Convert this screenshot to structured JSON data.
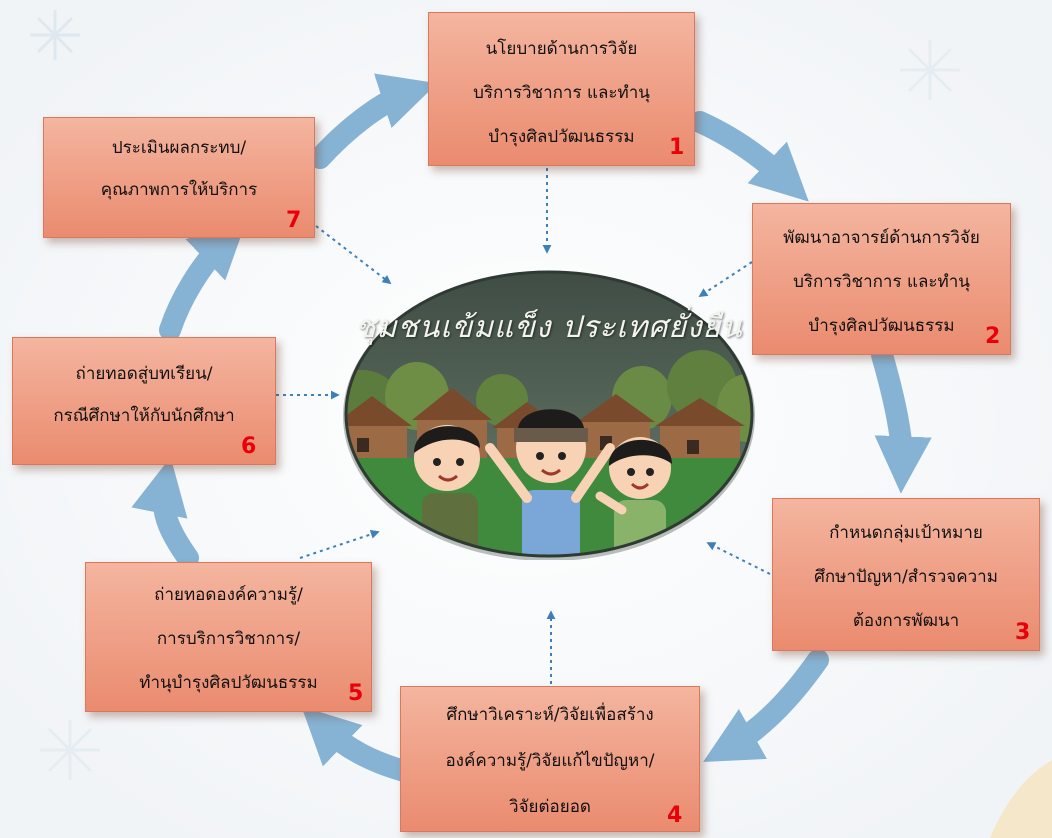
{
  "boxes": [
    {
      "id": 1,
      "lines": [
        "นโยบายด้านการวิจัย",
        "บริการวิชาการ และทำนุ",
        "บำรุงศิลปวัฒนธรรม"
      ],
      "number": "1"
    },
    {
      "id": 2,
      "lines": [
        "พัฒนาอาจารย์ด้านการวิจัย",
        "บริการวิชาการ และทำนุ",
        "บำรุงศิลปวัฒนธรรม"
      ],
      "number": "2"
    },
    {
      "id": 3,
      "lines": [
        "กำหนดกลุ่มเป้าหมาย",
        "ศึกษาปัญหา/สำรวจความ",
        "ต้องการพัฒนา"
      ],
      "number": "3"
    },
    {
      "id": 4,
      "lines": [
        "ศึกษาวิเคราะห์/วิจัยเพื่อสร้าง",
        "องค์ความรู้/วิจัยแก้ไขปัญหา/",
        "วิจัยต่อยอด"
      ],
      "number": "4"
    },
    {
      "id": 5,
      "lines": [
        "ถ่ายทอดองค์ความรู้/",
        "การบริการวิชาการ/",
        "ทำนุบำรุงศิลปวัฒนธรรม"
      ],
      "number": "5"
    },
    {
      "id": 6,
      "lines": [
        "ถ่ายทอดสู่บทเรียน/",
        "กรณีศึกษาให้กับนักศึกษา"
      ],
      "number": "6"
    },
    {
      "id": 7,
      "lines": [
        "ประเมินผลกระทบ/",
        "คุณภาพการให้บริการ"
      ],
      "number": "7"
    }
  ],
  "center": {
    "title": "ชุมชนเข้มแข็ง ประเทศยั่งยืน"
  },
  "colors": {
    "box_top": "#f4b59f",
    "box_bottom": "#ea8b6f",
    "cycle_arrow": "#86b3d4",
    "dotted_arrow": "#3d7fb8",
    "number": "#e8000b"
  }
}
